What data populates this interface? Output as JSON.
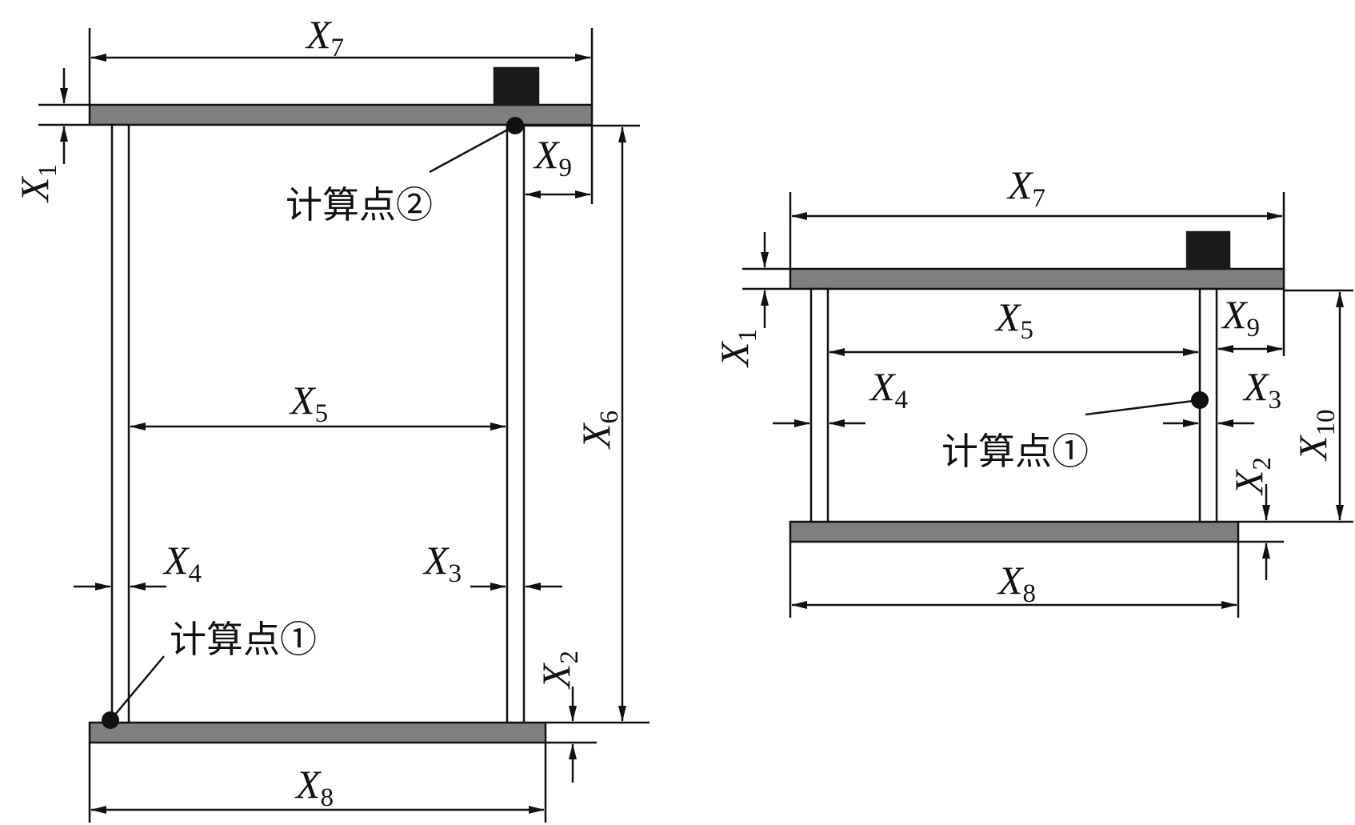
{
  "colors": {
    "plate": "#7f7f7f",
    "block": "#1a1a1a",
    "line": "#111111",
    "column_fill": "#ffffff"
  },
  "left": {
    "X7": {
      "v": "X",
      "s": "7"
    },
    "X1": {
      "v": "X",
      "s": "1"
    },
    "X9": {
      "v": "X",
      "s": "9"
    },
    "X5": {
      "v": "X",
      "s": "5"
    },
    "X6": {
      "v": "X",
      "s": "6"
    },
    "X4": {
      "v": "X",
      "s": "4"
    },
    "X3": {
      "v": "X",
      "s": "3"
    },
    "X2": {
      "v": "X",
      "s": "2"
    },
    "X8": {
      "v": "X",
      "s": "8"
    },
    "point2": "计算点②",
    "point1": "计算点①"
  },
  "right": {
    "X7": {
      "v": "X",
      "s": "7"
    },
    "X1": {
      "v": "X",
      "s": "1"
    },
    "X5": {
      "v": "X",
      "s": "5"
    },
    "X9": {
      "v": "X",
      "s": "9"
    },
    "X4": {
      "v": "X",
      "s": "4"
    },
    "X3": {
      "v": "X",
      "s": "3"
    },
    "X10": {
      "v": "X",
      "s": "10"
    },
    "X2": {
      "v": "X",
      "s": "2"
    },
    "X8": {
      "v": "X",
      "s": "8"
    },
    "point1": "计算点①"
  }
}
